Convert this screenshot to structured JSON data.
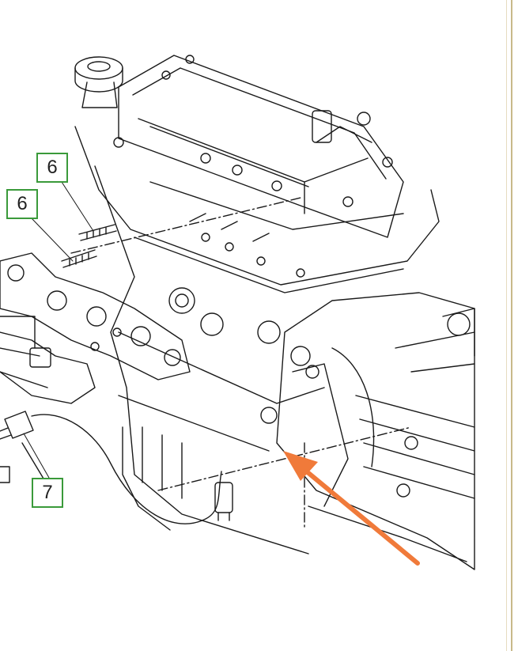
{
  "callouts": [
    {
      "id": "6a",
      "label": "6"
    },
    {
      "id": "6b",
      "label": "6"
    },
    {
      "id": "7",
      "label": "7"
    }
  ],
  "colors": {
    "callout_border": "#3a9a3a",
    "arrow": "#f07a3a",
    "line_art": "#1a1a1a",
    "side_rule": "#c8b98a"
  },
  "icons": [
    "engine-line-drawing",
    "orange-arrow-indicator"
  ]
}
